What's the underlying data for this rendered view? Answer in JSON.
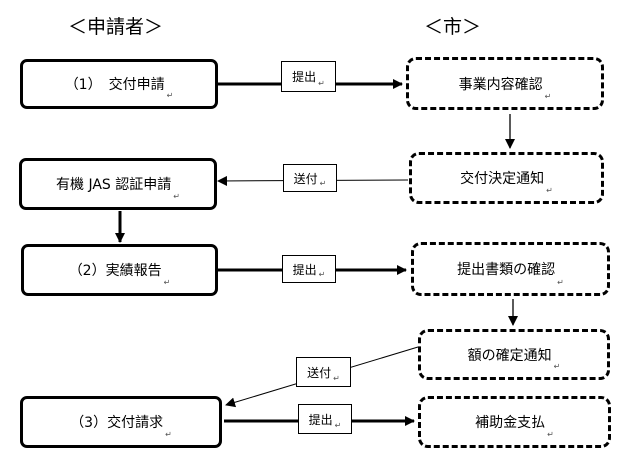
{
  "headers": {
    "applicant": "＜申請者＞",
    "city": "＜市＞"
  },
  "return_mark": "↵",
  "applicant_steps": [
    "（1）　交付申請",
    "有機 JAS 認証申請",
    "（2）実績報告",
    "（3）交付請求"
  ],
  "city_steps": [
    "事業内容確認",
    "交付決定通知",
    "提出書類の確認",
    "額の確定通知",
    "補助金支払"
  ],
  "arrow_labels": [
    "提出",
    "送付",
    "提出",
    "送付",
    "提出"
  ]
}
